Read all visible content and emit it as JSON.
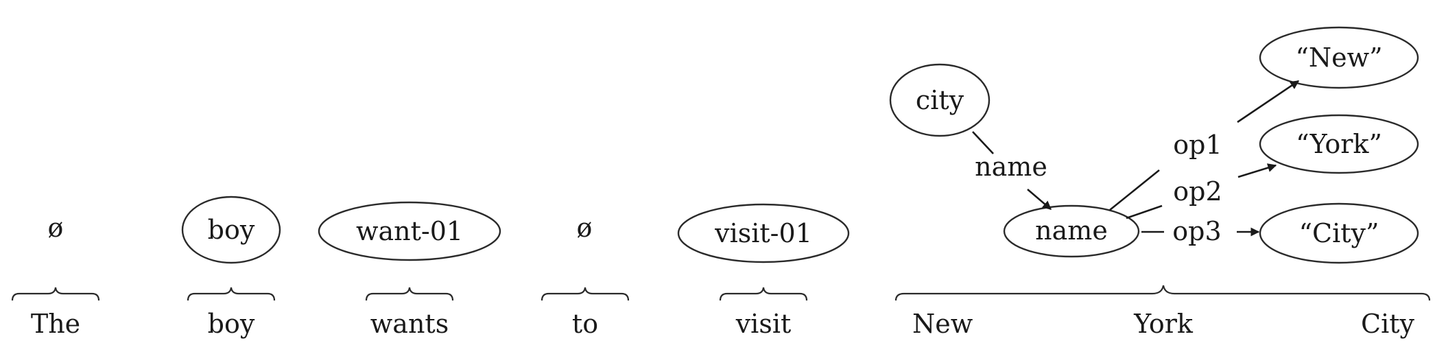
{
  "words": [
    "The",
    "boy",
    "wants",
    "to",
    "visit",
    "New",
    "York",
    "City"
  ],
  "empty_symbol": "ø",
  "concepts": {
    "boy": "boy",
    "want": "want-01",
    "visit": "visit-01",
    "city": "city",
    "name": "name",
    "new": "“New”",
    "york": "“York”",
    "cityname": "“City”"
  },
  "edges": {
    "name": "name",
    "op1": "op1",
    "op2": "op2",
    "op3": "op3"
  }
}
